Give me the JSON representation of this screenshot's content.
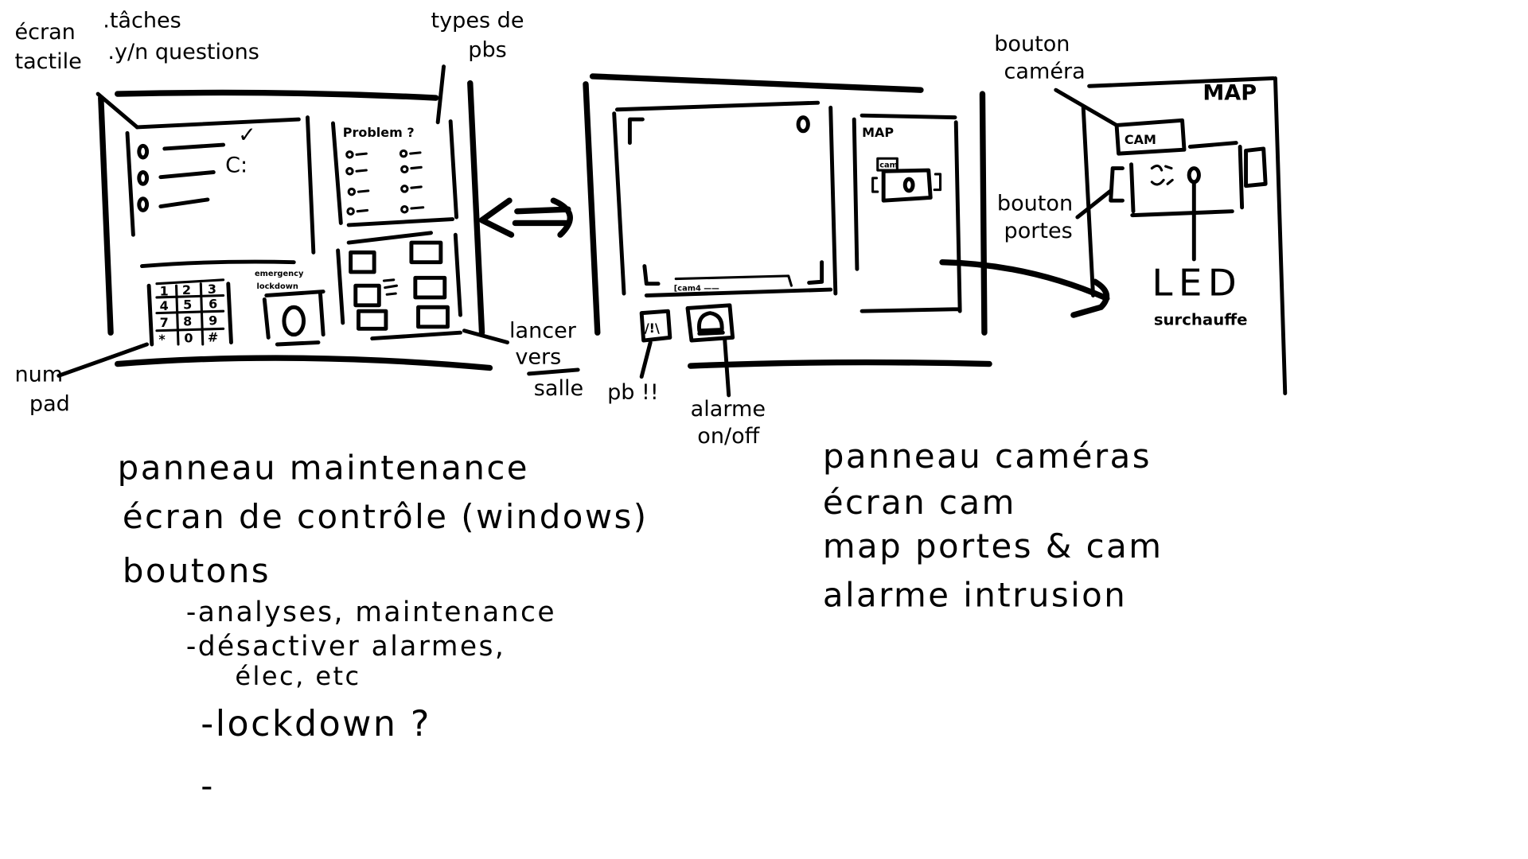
{
  "labels": {
    "ecran_tactile": [
      "écran",
      "tactile"
    ],
    "taches": ".tâches",
    "yn_questions": ".y/n questions",
    "types_de_pbs": [
      "types de",
      "pbs"
    ],
    "num_pad": [
      "num",
      "pad"
    ],
    "lancer_vers_salle": [
      "lancer",
      "vers",
      "salle"
    ],
    "pb": "pb !!",
    "alarme_onoff": [
      "alarme",
      "on/off"
    ],
    "bouton_camera": [
      "bouton",
      "caméra"
    ],
    "bouton_portes": [
      "bouton",
      "portes"
    ],
    "led": "LED",
    "surchauffe": "surchauffe"
  },
  "maintenance_panel": {
    "check_mark": "✓",
    "smiley": "C:",
    "problem_title": "Problem ?",
    "emergency_lockdown": [
      "emergency",
      "lockdown"
    ],
    "numpad_keys": [
      "1",
      "2",
      "3",
      "4",
      "5",
      "6",
      "7",
      "8",
      "9",
      "*",
      "0",
      "#"
    ]
  },
  "camera_panel": {
    "cam_caption": "[cam4 ——",
    "map_title": "MAP",
    "map_cam_tag": "cam",
    "warning_glyph": "/!\\"
  },
  "map_detail": {
    "title": "MAP",
    "cam_button": "CAM"
  },
  "notes_left": [
    "panneau maintenance",
    "écran de contrôle (windows)",
    "boutons",
    "-analyses, maintenance",
    "-désactiver alarmes,",
    "élec, etc",
    "-lockdown ?",
    "-"
  ],
  "notes_right": [
    "panneau caméras",
    "écran cam",
    "map portes & cam",
    "alarme intrusion"
  ]
}
